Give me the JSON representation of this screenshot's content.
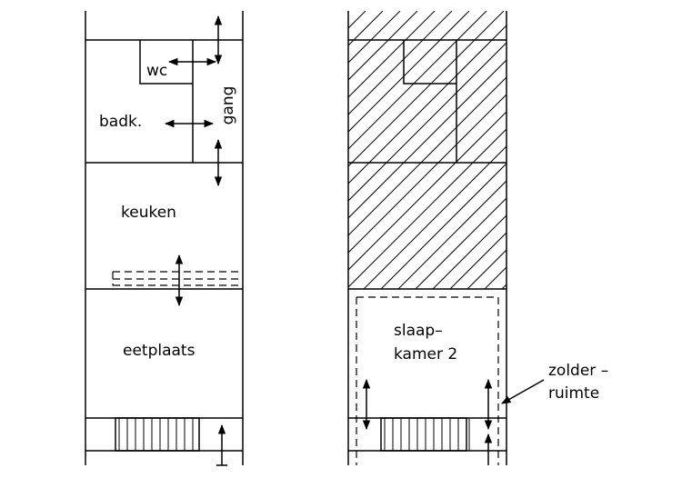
{
  "labels": {
    "wc": "wc",
    "bathroom": "badk.",
    "hallway": "gang",
    "kitchen": "keuken",
    "dining": "eetplaats",
    "bedroom_line1": "slaap–",
    "bedroom_line2": "kamer 2",
    "attic_line1": "zolder –",
    "attic_line2": "ruimte"
  }
}
